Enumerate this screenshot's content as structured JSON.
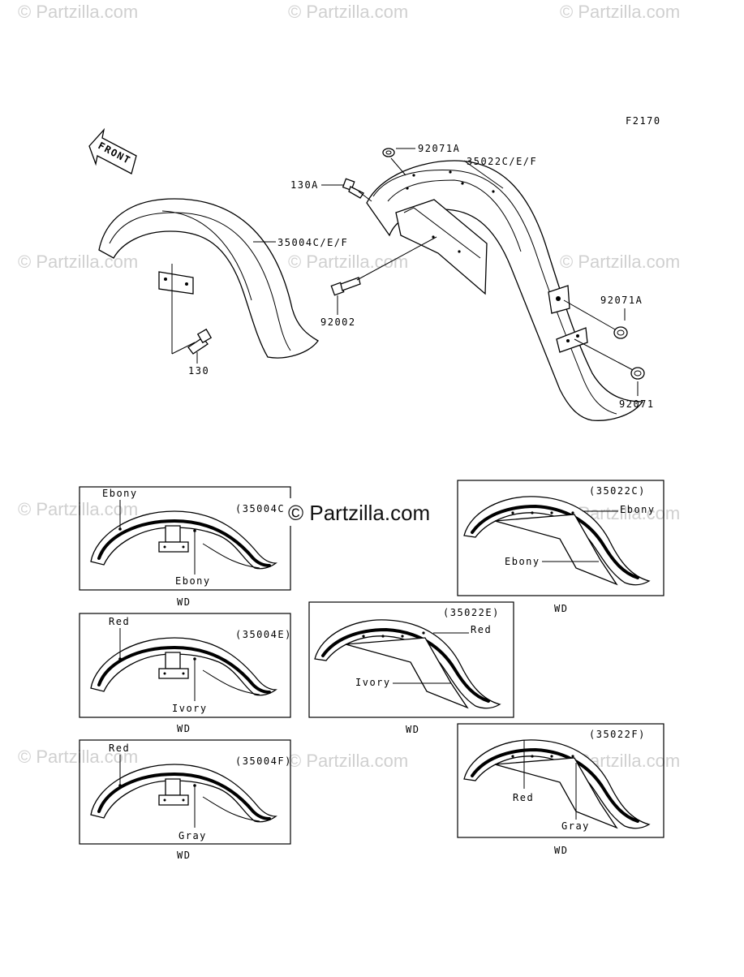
{
  "watermark": {
    "text": "© Partzilla.com",
    "logo_text": "© Partzilla.com"
  },
  "diagram": {
    "figure_code": "F2170",
    "front_label": "FRONT",
    "callouts": {
      "part_92071A_top": "92071A",
      "part_35022": "35022C/E/F",
      "part_130A": "130A",
      "part_35004": "35004C/E/F",
      "part_92002": "92002",
      "part_92071A_side": "92071A",
      "part_130": "130",
      "part_92071": "92071"
    },
    "variants": [
      {
        "code": "(35004C)",
        "color_a": "Ebony",
        "color_b": "Ebony",
        "note": "WD"
      },
      {
        "code": "(35004E)",
        "color_a": "Red",
        "color_b": "Ivory",
        "note": "WD"
      },
      {
        "code": "(35004F)",
        "color_a": "Red",
        "color_b": "Gray",
        "note": "WD"
      },
      {
        "code": "(35022C)",
        "color_a": "Ebony",
        "color_b": "Ebony",
        "note": "WD"
      },
      {
        "code": "(35022E)",
        "color_a": "Red",
        "color_b": "Ivory",
        "note": "WD"
      },
      {
        "code": "(35022F)",
        "color_a": "Red",
        "color_b": "Gray",
        "note": "WD"
      }
    ]
  }
}
